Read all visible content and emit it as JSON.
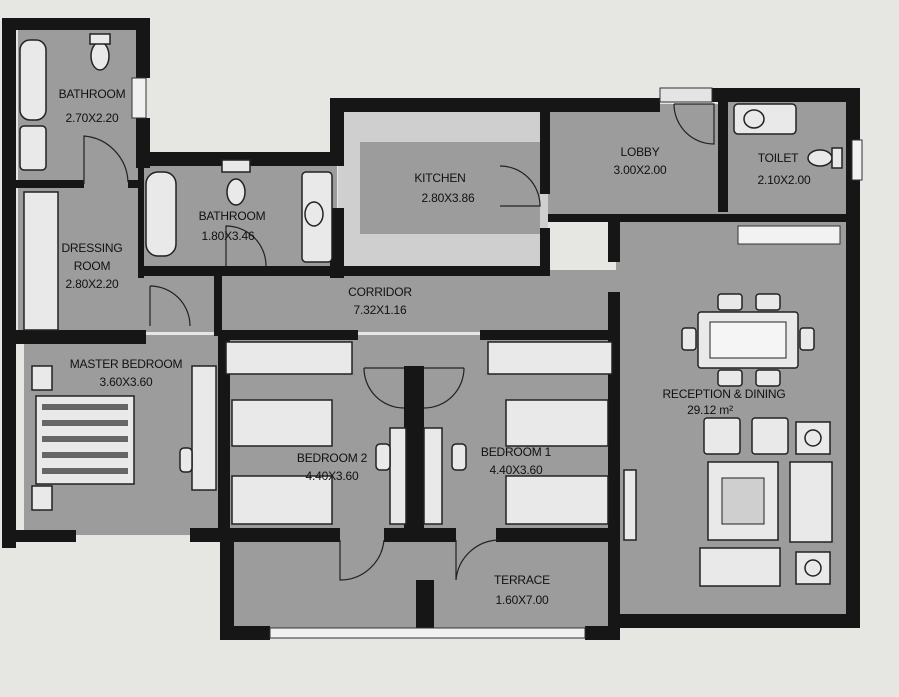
{
  "plan": {
    "rooms": [
      {
        "id": "bathroom-1",
        "name": "BATHROOM",
        "dims": "2.70X2.20"
      },
      {
        "id": "bathroom-2",
        "name": "BATHROOM",
        "dims": "1.80X3.46"
      },
      {
        "id": "dressing-room",
        "name": "DRESSING",
        "name2": "ROOM",
        "dims": "2.80X2.20"
      },
      {
        "id": "kitchen",
        "name": "KITCHEN",
        "dims": "2.80X3.86"
      },
      {
        "id": "lobby",
        "name": "LOBBY",
        "dims": "3.00X2.00"
      },
      {
        "id": "toilet",
        "name": "TOILET",
        "dims": "2.10X2.00"
      },
      {
        "id": "corridor",
        "name": "CORRIDOR",
        "dims": "7.32X1.16"
      },
      {
        "id": "master-bedroom",
        "name": "MASTER BEDROOM",
        "dims": "3.60X3.60"
      },
      {
        "id": "bedroom-2",
        "name": "BEDROOM 2",
        "dims": "4.40X3.60"
      },
      {
        "id": "bedroom-1",
        "name": "BEDROOM 1",
        "dims": "4.40X3.60"
      },
      {
        "id": "reception",
        "name": "RECEPTION & DINING",
        "dims": "29.12 m²"
      },
      {
        "id": "terrace",
        "name": "TERRACE",
        "dims": "1.60X7.00"
      }
    ]
  }
}
